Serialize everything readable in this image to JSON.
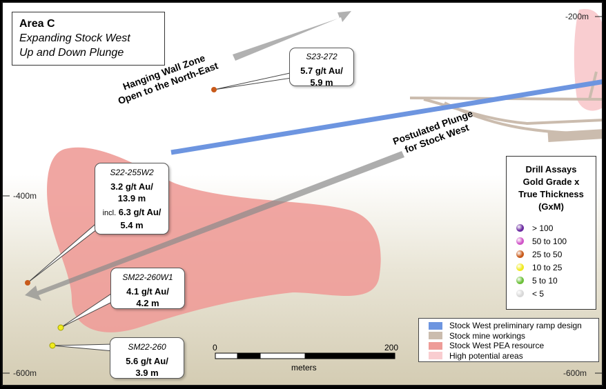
{
  "title": {
    "line1": "Area C",
    "line2": "Expanding Stock West",
    "line3": "Up and Down Plunge"
  },
  "annotations": {
    "hanging_wall": [
      "Hanging Wall Zone",
      "Open to the North-East"
    ],
    "plunge": [
      "Postulated Plunge",
      "for Stock West"
    ]
  },
  "axis": {
    "left": [
      "-400m",
      "-600m"
    ],
    "right": [
      "-200m",
      "-600m"
    ]
  },
  "callouts": [
    {
      "hole": "S23-272",
      "grade": "5.7 g/t Au/",
      "width": "5.9 m"
    },
    {
      "hole": "S22-255W2",
      "grade": "3.2 g/t Au/",
      "width": "13.9 m",
      "incl_label": "incl.",
      "incl_grade": "6.3 g/t Au/",
      "incl_width": "5.4 m"
    },
    {
      "hole": "SM22-260W1",
      "grade": "4.1 g/t Au/",
      "width": "4.2 m"
    },
    {
      "hole": "SM22-260",
      "grade": "5.6 g/t Au/",
      "width": "3.9 m"
    }
  ],
  "drill_assays": {
    "title": [
      "Drill Assays",
      "Gold Grade x",
      "True Thickness",
      "(GxM)"
    ],
    "items": [
      {
        "label": "> 100",
        "color": "#6a2aa0"
      },
      {
        "label": "50 to 100",
        "color": "#d055c8"
      },
      {
        "label": "25 to 50",
        "color": "#c85a1a"
      },
      {
        "label": "10 to 25",
        "color": "#f0ea20"
      },
      {
        "label": "5 to 10",
        "color": "#6cc03a"
      },
      {
        "label": "< 5",
        "color": "#d8d8d8"
      }
    ]
  },
  "legend": [
    {
      "label": "Stock West preliminary ramp design",
      "color": "#6d95e0"
    },
    {
      "label": "Stock mine workings",
      "color": "#cbbcae"
    },
    {
      "label": "Stock West PEA resource",
      "color": "#ee9c98"
    },
    {
      "label": "High potential areas",
      "color": "#f9cdd0"
    }
  ],
  "scale": {
    "start": "0",
    "end": "200",
    "unit": "meters"
  }
}
